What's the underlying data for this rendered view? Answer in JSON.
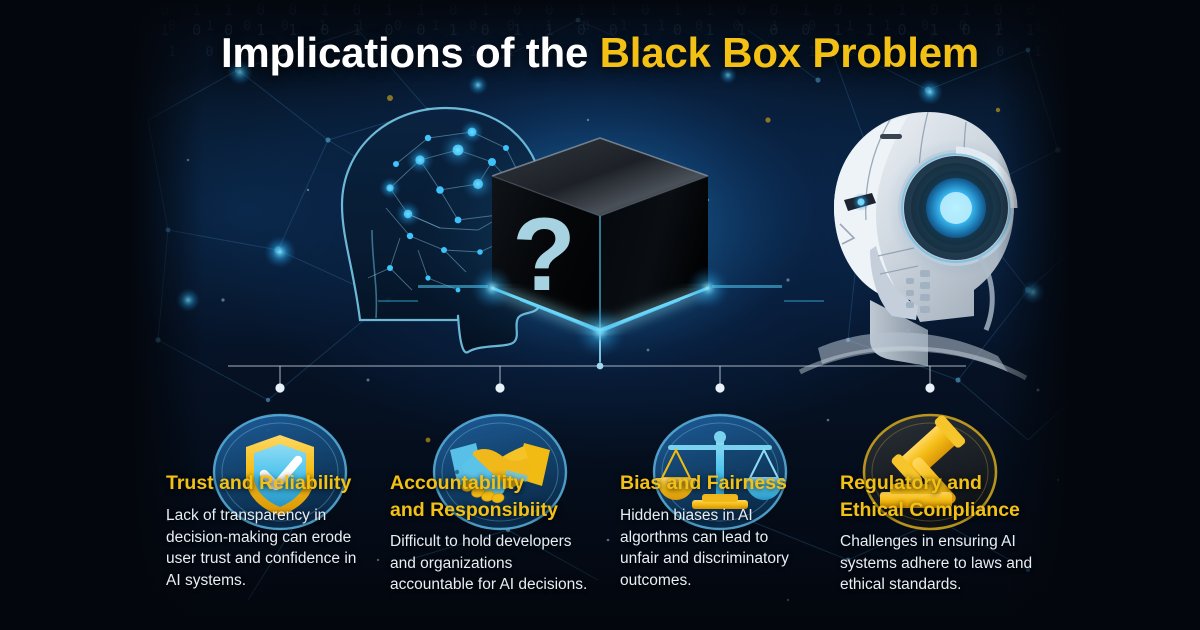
{
  "title": {
    "part_white": "Implications of the ",
    "part_gold": "Black Box Problem"
  },
  "theme": {
    "accent_gold": "#F3C115",
    "accent_cyan": "#4FC8F0",
    "body_text": "#E8EEF5",
    "background": "#03060C",
    "panel_blue": "#0B2B4E"
  },
  "hero": {
    "left_figure": "human-head-neural-network",
    "center_figure": "black-box-cube",
    "center_symbol": "?",
    "right_figure": "ai-robot-head"
  },
  "cards": [
    {
      "icon": "shield-check-icon",
      "title_lines": [
        "Trust and Reliability"
      ],
      "body": "Lack of transparency in decision-making can erode user trust and confidence in AI systems."
    },
    {
      "icon": "handshake-icon",
      "title_lines": [
        "Accountability",
        "and Responsibiity"
      ],
      "body": "Difficult to hold developers and organizations accountable for AI decisions."
    },
    {
      "icon": "balance-scales-icon",
      "title_lines": [
        "Bias and Fairness"
      ],
      "body": "Hidden biases in AI algorthms can lead to unfair and discriminatory outcomes."
    },
    {
      "icon": "gavel-icon",
      "title_lines": [
        "Regulatory and",
        "Ethical Compliance"
      ],
      "body": "Challenges in ensuring AI systems adhere to laws and ethical standards."
    }
  ],
  "background_texture": {
    "binary_row_1": "1 0 1 1 0 0 1 0 1 1 0 1 0 0 1 1 0 1 1 0 0 1 0 1 1 0 1 0 0 1 1 0 1 0 1 1 0 0 1 0 1 1 0 1 0 0 1 1 0",
    "binary_row_2": "0 1 0 0 1 1 0 1 0 0 1 0 1 1 0 0 1 0 1 1 0 0 1 1 0 1 0 1 1 0 0 1 0 1 0 0 1 1 0 1 0 0 1 0 1 1 0 0 1"
  }
}
